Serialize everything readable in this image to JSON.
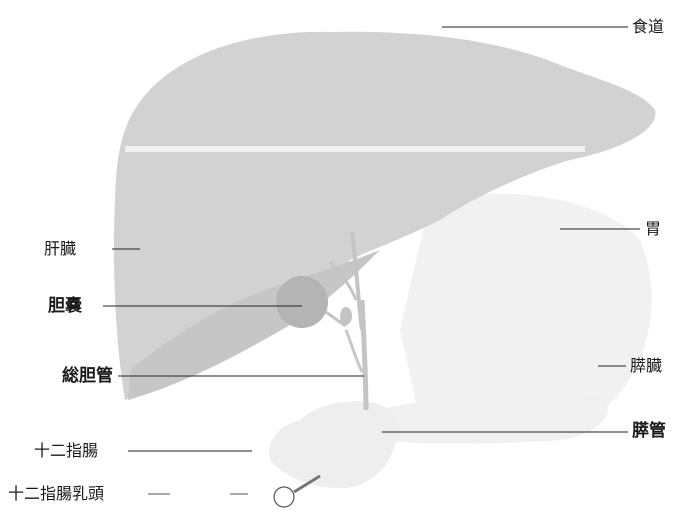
{
  "labels": {
    "esophagus": "食道",
    "stomach": "胃",
    "liver": "肝臓",
    "gallbladder": "胆嚢",
    "common_bile_duct": "総胆管",
    "pancreas": "膵臓",
    "pancreatic_duct": "膵管",
    "duodenum": "十二指腸",
    "duodenal_papilla": "十二指腸乳頭"
  },
  "colors": {
    "liver": "#d2d2d2",
    "gallbladder": "#b4b4b4",
    "duct": "#c4c4c4",
    "stomach": "#f1f1f1",
    "leader_line": "#222222"
  }
}
